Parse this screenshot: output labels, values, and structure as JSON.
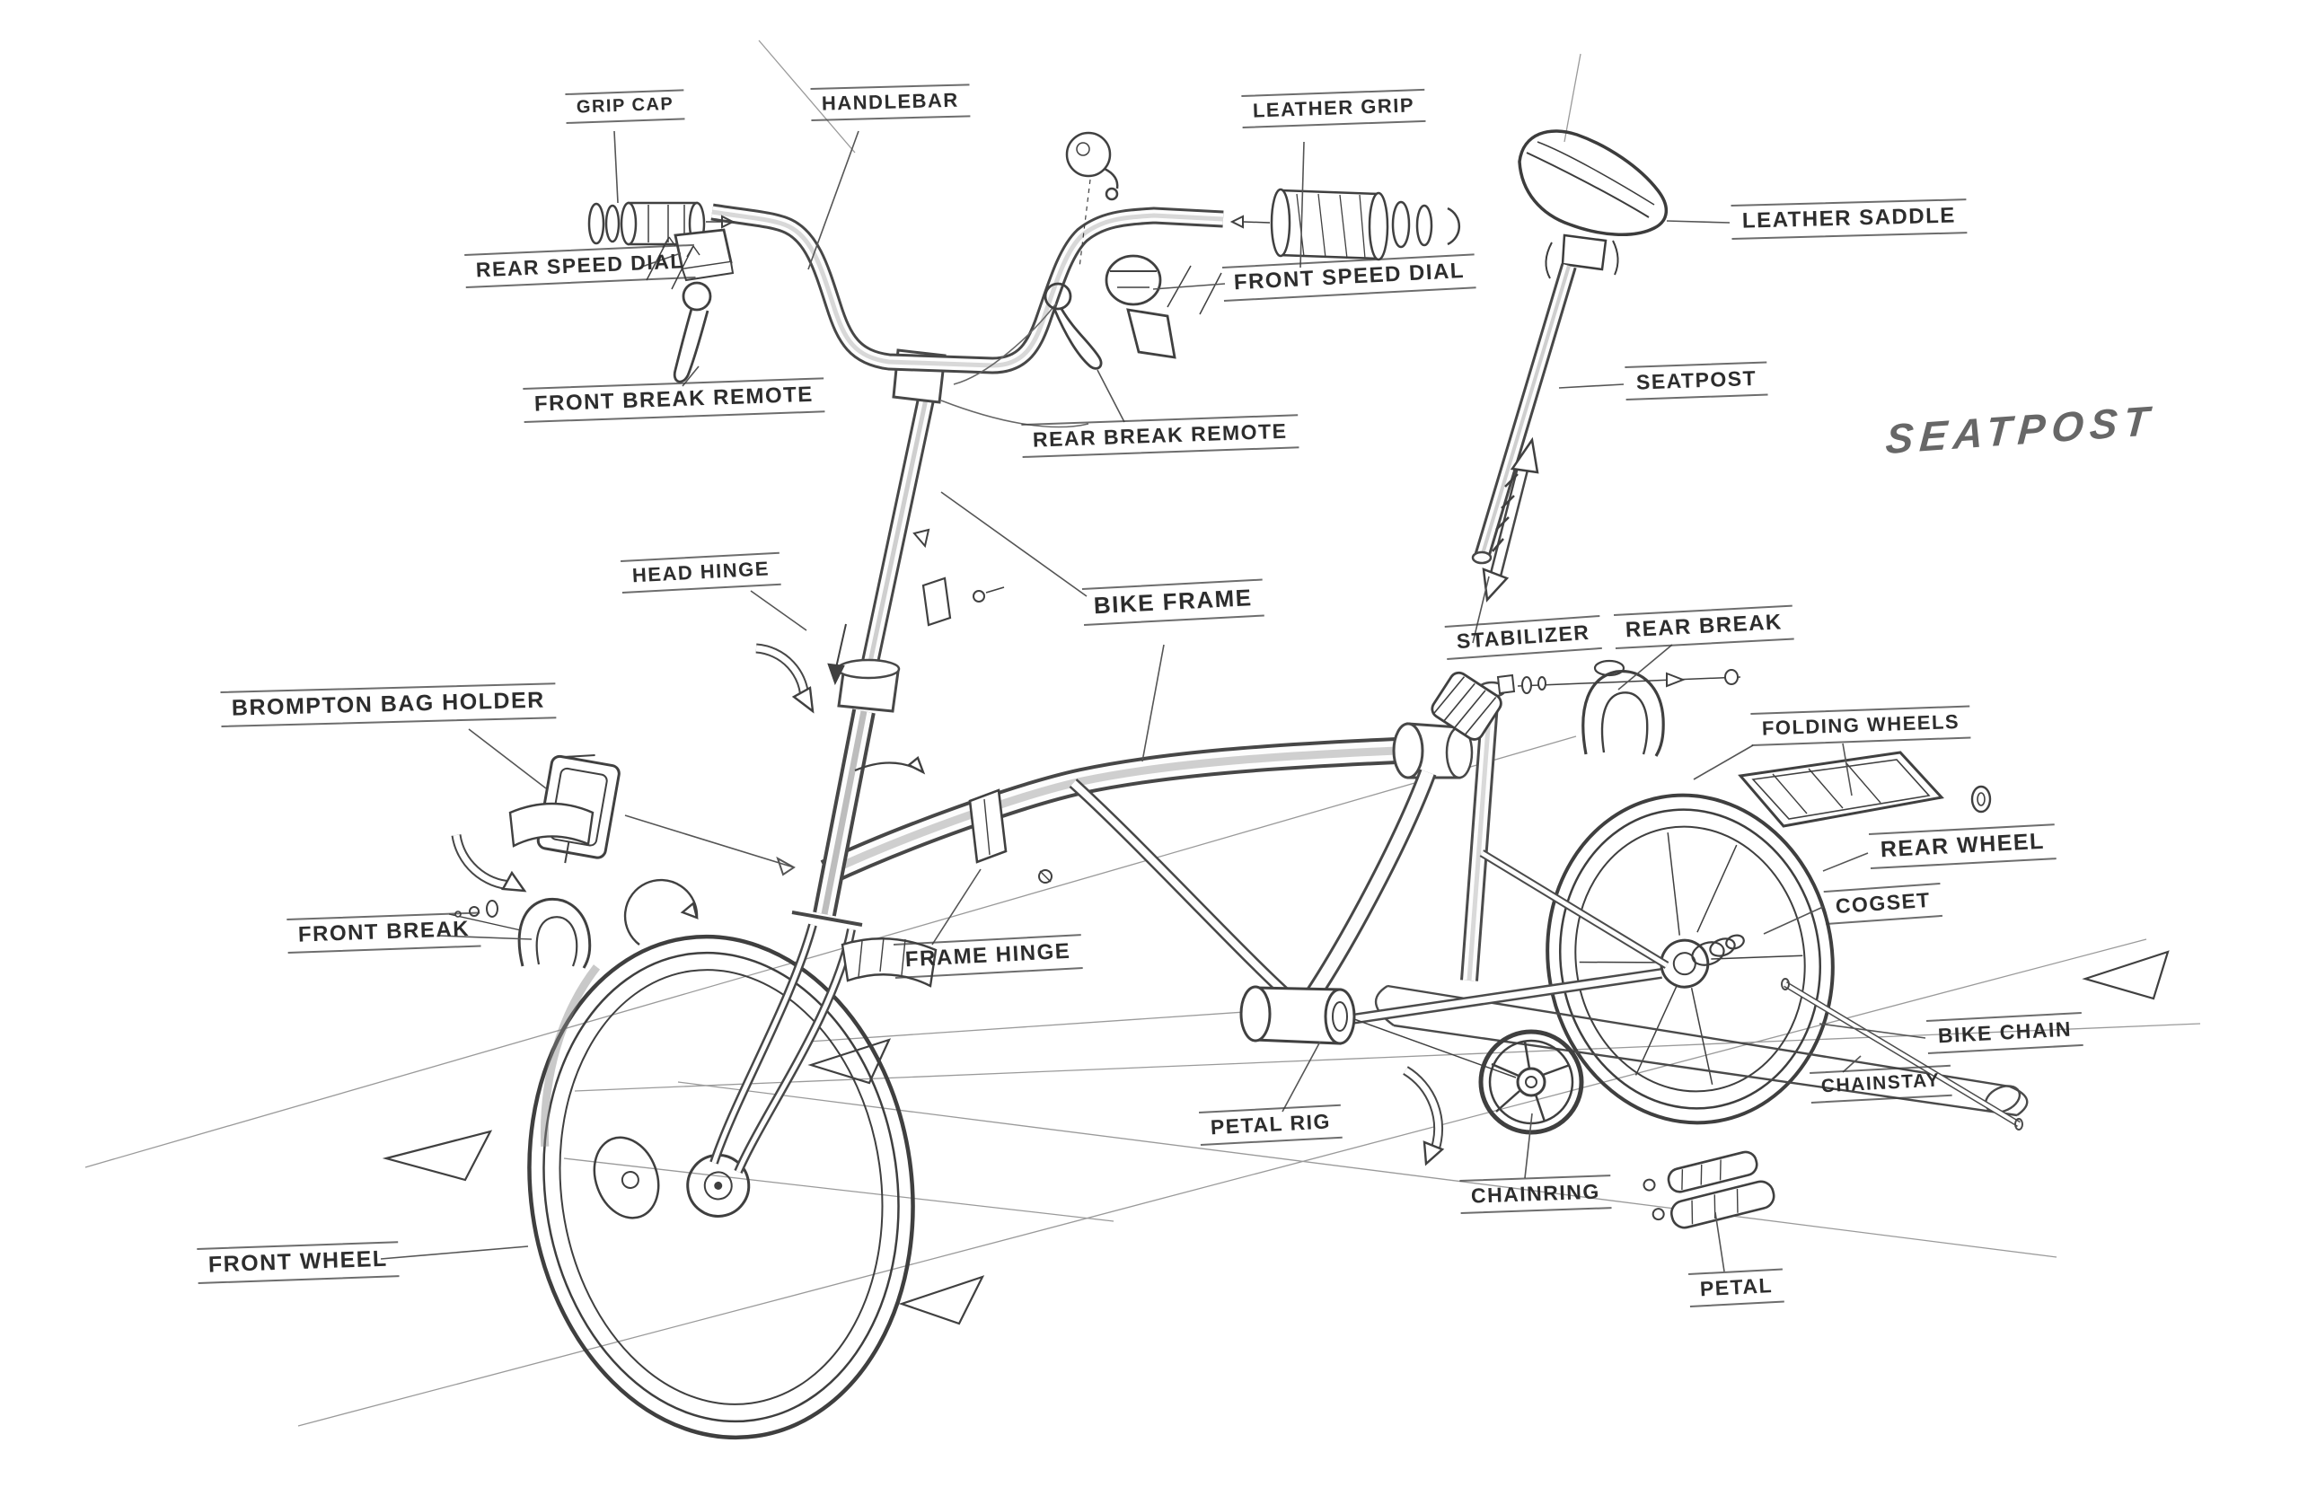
{
  "page": {
    "title": "Brompton folding bicycle exploded sketch",
    "paper_color": "#ffffff",
    "ink_color": "#3b3b3b",
    "pencil_light_color": "#9a9a9a"
  },
  "labels": [
    {
      "id": "grip-cap",
      "text": "GRIP CAP"
    },
    {
      "id": "handlebar",
      "text": "HANDLEBAR"
    },
    {
      "id": "leather-grip",
      "text": "LEATHER GRIP"
    },
    {
      "id": "rear-speed-dial",
      "text": "REAR SPEED DIAL"
    },
    {
      "id": "front-break-remote",
      "text": "FRONT BREAK REMOTE"
    },
    {
      "id": "front-speed-dial",
      "text": "FRONT SPEED DIAL"
    },
    {
      "id": "rear-break-remote",
      "text": "REAR BREAK REMOTE"
    },
    {
      "id": "leather-saddle",
      "text": "LEATHER SADDLE"
    },
    {
      "id": "seatpost",
      "text": "SEATPOST"
    },
    {
      "id": "head-hinge",
      "text": "HEAD HINGE"
    },
    {
      "id": "bike-frame",
      "text": "BIKE FRAME"
    },
    {
      "id": "stabilizer",
      "text": "STABILIZER"
    },
    {
      "id": "rear-break",
      "text": "REAR BREAK"
    },
    {
      "id": "folding-wheels",
      "text": "FOLDING WHEELS"
    },
    {
      "id": "brompton-bag-holder",
      "text": "BROMPTON BAG HOLDER"
    },
    {
      "id": "rear-wheel",
      "text": "REAR WHEEL"
    },
    {
      "id": "cogset",
      "text": "COGSET"
    },
    {
      "id": "front-break",
      "text": "FRONT BREAK"
    },
    {
      "id": "frame-hinge",
      "text": "FRAME HINGE"
    },
    {
      "id": "bike-chain",
      "text": "BIKE CHAIN"
    },
    {
      "id": "chainstay",
      "text": "CHAINSTAY"
    },
    {
      "id": "petal-rig",
      "text": "PETAL RIG"
    },
    {
      "id": "chainring",
      "text": "CHAINRING"
    },
    {
      "id": "front-wheel",
      "text": "FRONT WHEEL"
    },
    {
      "id": "petal",
      "text": "PETAL"
    }
  ],
  "signature": {
    "text": "SEATPOST"
  }
}
